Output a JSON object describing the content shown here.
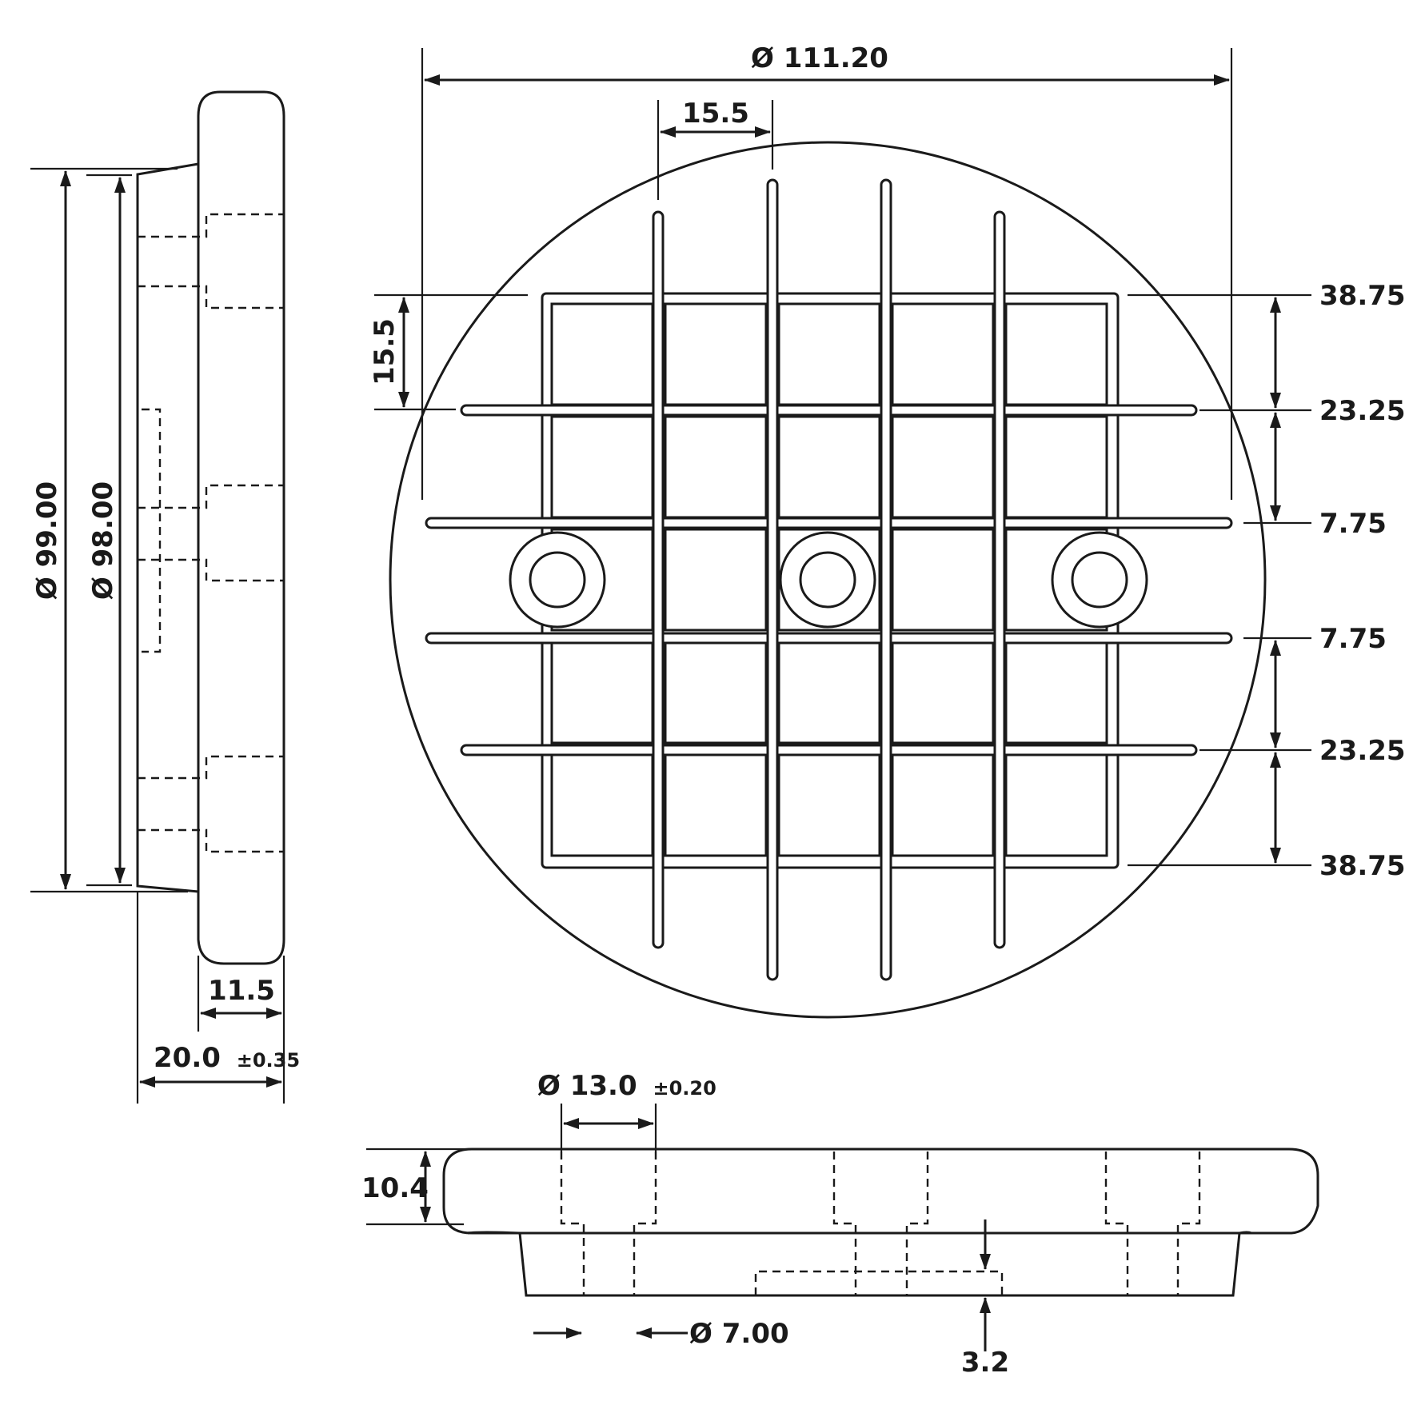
{
  "drawing": {
    "stroke_color": "#1a1a1a",
    "background": "#ffffff"
  },
  "top_view": {
    "diameter_label": "Ø 111.20",
    "grid_pitch_top_label": "15.5",
    "grid_pitch_left_label": "15.5",
    "right_offsets": [
      "38.75",
      "23.25",
      "7.75",
      "7.75",
      "23.25",
      "38.75"
    ]
  },
  "side_view": {
    "outer_diameter_label": "Ø 99.00",
    "inner_diameter_label": "Ø 98.00",
    "flange_thickness_label": "11.5",
    "total_height_label": "20.0",
    "total_height_tolerance": "±0.35"
  },
  "section_view": {
    "bore_diameter_label": "Ø 13.0",
    "bore_tolerance": "±0.20",
    "flange_height_label": "10.4",
    "hole_diameter_label": "Ø 7.00",
    "recess_depth_label": "3.2"
  }
}
